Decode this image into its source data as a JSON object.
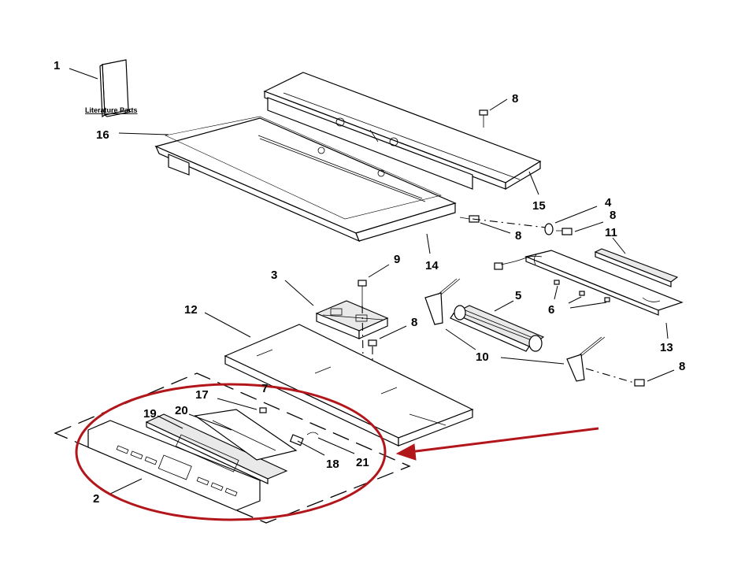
{
  "literature_label": "Literature Parts",
  "colors": {
    "highlight": "#b3161a",
    "ink": "#000000",
    "paper": "#ffffff"
  },
  "callouts": [
    {
      "id": "c1",
      "text": "1"
    },
    {
      "id": "c16",
      "text": "16"
    },
    {
      "id": "c8a",
      "text": "8"
    },
    {
      "id": "c15",
      "text": "15"
    },
    {
      "id": "c4",
      "text": "4"
    },
    {
      "id": "c8b",
      "text": "8"
    },
    {
      "id": "c11",
      "text": "11"
    },
    {
      "id": "c8c",
      "text": "8"
    },
    {
      "id": "c14",
      "text": "14"
    },
    {
      "id": "c9",
      "text": "9"
    },
    {
      "id": "c3",
      "text": "3"
    },
    {
      "id": "c5",
      "text": "5"
    },
    {
      "id": "c6",
      "text": "6"
    },
    {
      "id": "c12",
      "text": "12"
    },
    {
      "id": "c8d",
      "text": "8"
    },
    {
      "id": "c13",
      "text": "13"
    },
    {
      "id": "c10",
      "text": "10"
    },
    {
      "id": "c8e",
      "text": "8"
    },
    {
      "id": "c7",
      "text": "7"
    },
    {
      "id": "c17",
      "text": "17"
    },
    {
      "id": "c19",
      "text": "19"
    },
    {
      "id": "c20",
      "text": "20"
    },
    {
      "id": "c18",
      "text": "18"
    },
    {
      "id": "c21",
      "text": "21"
    },
    {
      "id": "c2",
      "text": "2"
    }
  ]
}
